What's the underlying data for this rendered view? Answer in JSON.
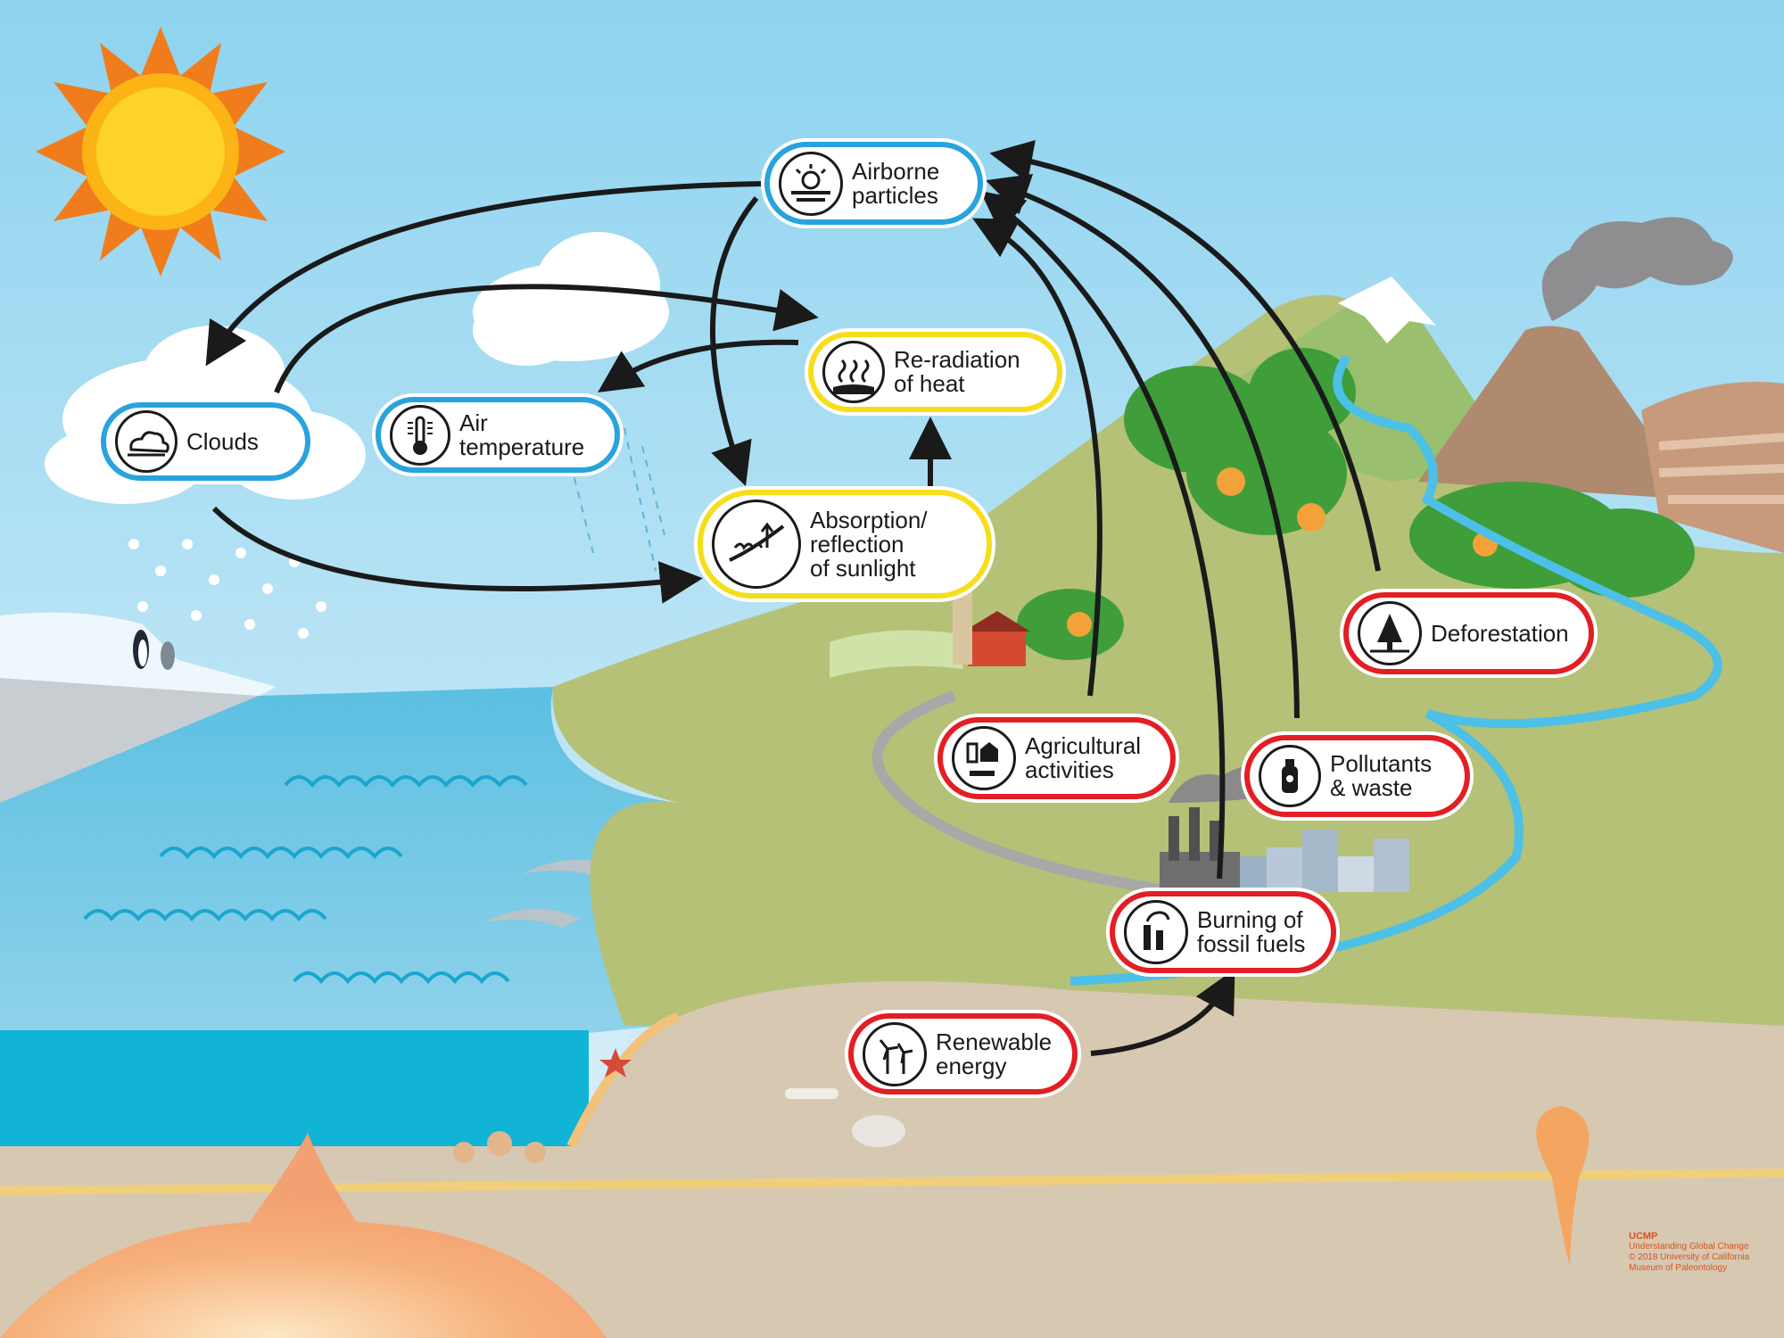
{
  "nodes": {
    "airborne": {
      "label": "Airborne\nparticles",
      "color": "blue"
    },
    "clouds": {
      "label": "Clouds",
      "color": "blue"
    },
    "air_temperature": {
      "label": "Air\ntemperature",
      "color": "blue"
    },
    "reradiation": {
      "label": "Re-radiation\nof heat",
      "color": "yellow"
    },
    "absorption": {
      "label": "Absorption/\nreflection\nof sunlight",
      "color": "yellow"
    },
    "agricultural": {
      "label": "Agricultural\nactivities",
      "color": "red"
    },
    "pollutants": {
      "label": "Pollutants\n& waste",
      "color": "red"
    },
    "deforestation": {
      "label": "Deforestation",
      "color": "red"
    },
    "fossil_fuels": {
      "label": "Burning of\nfossil fuels",
      "color": "red"
    },
    "renewable": {
      "label": "Renewable\nenergy",
      "color": "red"
    }
  },
  "colors": {
    "blue": "#29a3dd",
    "yellow": "#f6de1a",
    "red": "#e31e24",
    "sky": "#9fd8ee",
    "ocean": "#35a9d2",
    "land": "#b5c177"
  },
  "credit": {
    "brand": "UCMP",
    "line1": "Understanding Global Change",
    "line2": "© 2018 University of California",
    "line3": "Museum of Paleontology"
  }
}
